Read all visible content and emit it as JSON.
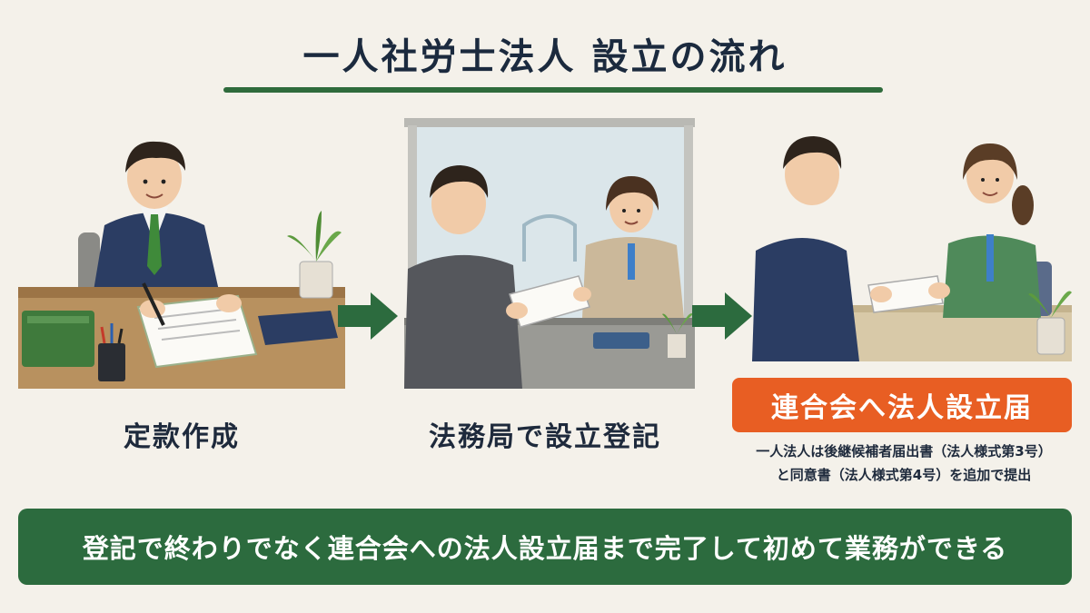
{
  "title": "一人社労士法人 設立の流れ",
  "steps": [
    {
      "label": "定款作成"
    },
    {
      "label": "法務局で設立登記"
    },
    {
      "label": "連合会へ法人設立届"
    }
  ],
  "note": {
    "line1": "一人法人は後継候補者届出書（法人様式第3号）",
    "line2": "と同意書（法人様式第4号）を追加で提出"
  },
  "banner": "登記で終わりでなく連合会への法人設立届まで完了して初めて業務ができる",
  "colors": {
    "accent_green": "#2c6b3e",
    "highlight_orange": "#e85e23",
    "background": "#f4f1ea"
  }
}
